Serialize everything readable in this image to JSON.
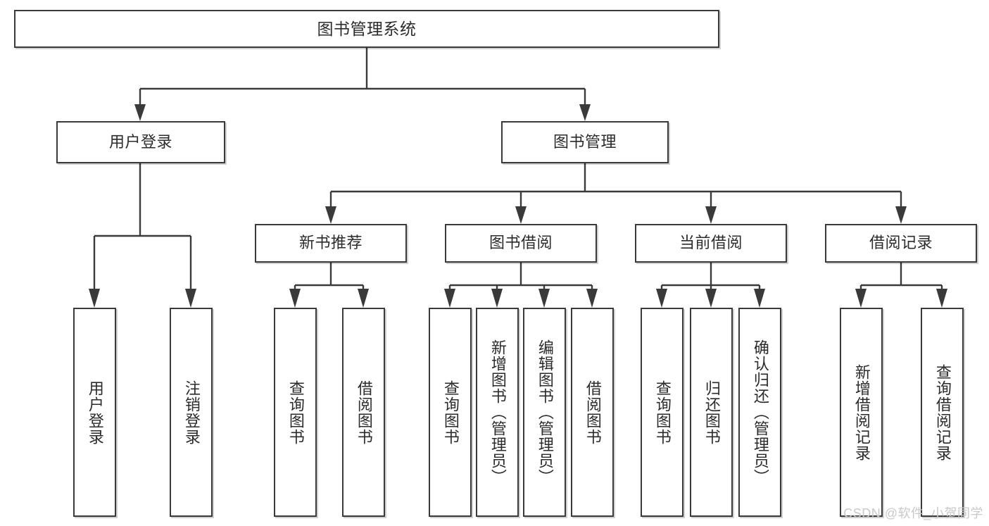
{
  "diagram": {
    "title": "图书管理系统",
    "type": "hierarchy-tree",
    "watermark": "CSDN @软件_小贺同学",
    "root": {
      "label": "图书管理系统"
    },
    "level1": [
      {
        "label": "用户登录"
      },
      {
        "label": "图书管理"
      }
    ],
    "level2": [
      {
        "label": "新书推荐"
      },
      {
        "label": "图书借阅"
      },
      {
        "label": "当前借阅"
      },
      {
        "label": "借阅记录"
      }
    ],
    "leaves": {
      "user_login": [
        {
          "label": "用户登录"
        },
        {
          "label": "注销登录"
        }
      ],
      "new_book_recommend": [
        {
          "label": "查询图书"
        },
        {
          "label": "借阅图书"
        }
      ],
      "book_borrow": [
        {
          "label": "查询图书"
        },
        {
          "label": "新增图书（管理员）"
        },
        {
          "label": "编辑图书（管理员）"
        },
        {
          "label": "借阅图书"
        }
      ],
      "current_borrow": [
        {
          "label": "查询图书"
        },
        {
          "label": "归还图书"
        },
        {
          "label": "确认归还（管理员）"
        }
      ],
      "borrow_record": [
        {
          "label": "新增借阅记录"
        },
        {
          "label": "查询借阅记录"
        }
      ]
    },
    "colors": {
      "border": "#3a3a3a",
      "text": "#2b2b2b",
      "background": "#ffffff",
      "watermark": "#c9c9c9"
    }
  }
}
